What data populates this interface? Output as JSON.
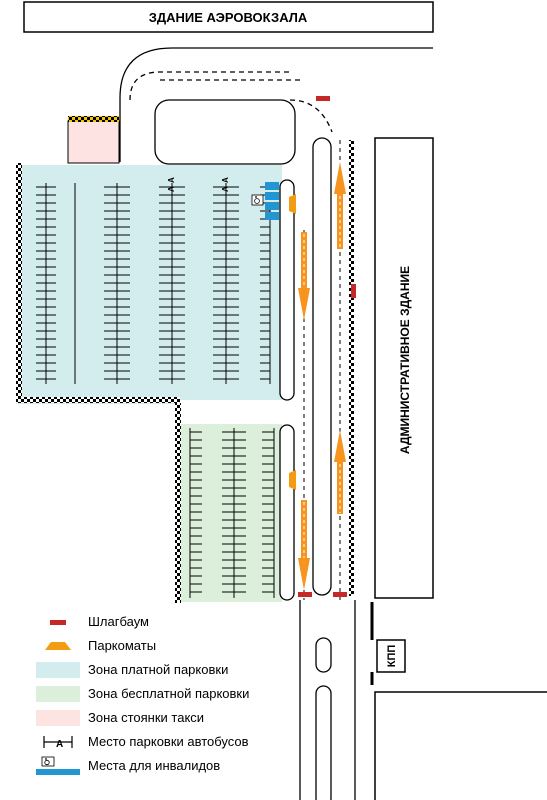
{
  "labels": {
    "terminal_building": "ЗДАНИЕ АЭРОВОКЗАЛА",
    "admin_building": "АДМИНИСТРАТИВНОЕ ЗДАНИЕ",
    "checkpoint": "КПП",
    "bus_marking": "А"
  },
  "legend": {
    "barrier": "Шлагбаум",
    "parking_meters": "Паркоматы",
    "paid_zone": "Зона платной парковки",
    "free_zone": "Зона бесплатной парковки",
    "taxi_zone": "Зона стоянки такси",
    "bus_parking": "Место парковки автобусов",
    "disabled_spots": "Места для инвалидов"
  },
  "colors": {
    "paid_zone": "#d3ecee",
    "free_zone": "#dcefdb",
    "taxi_zone": "#fde3e1",
    "barrier": "#c62828",
    "parking_meter": "#f39c12",
    "direction_arrow": "#f7941d",
    "disabled_spot": "#2196d3",
    "taxi_checker": "#f5c400"
  },
  "icons": {
    "disabled_sign": "wheelchair-icon",
    "direction": "direction-arrow-icon",
    "meter": "parking-meter-icon"
  }
}
